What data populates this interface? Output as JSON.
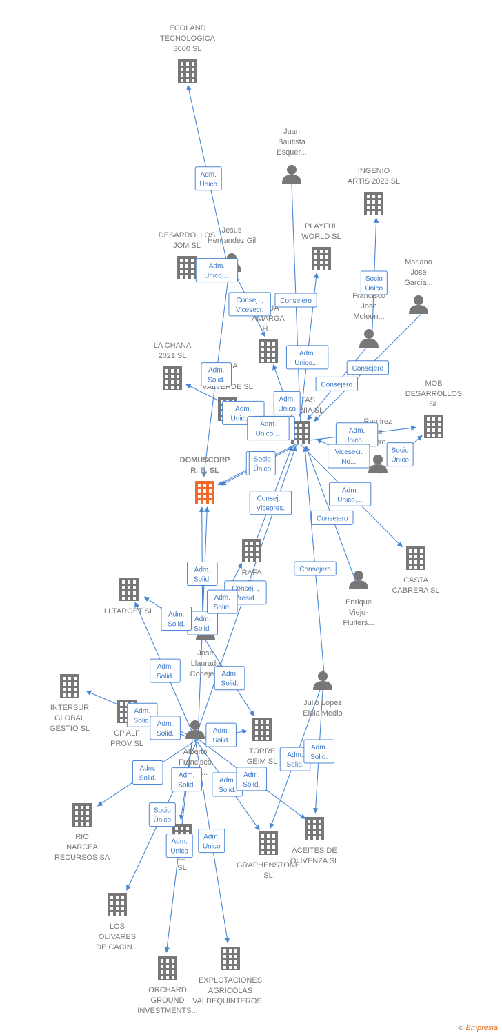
{
  "nodes": [
    {
      "id": "ecoland",
      "type": "company",
      "lines": [
        "ECOLAND",
        "TECNOLOGICA",
        "3000  SL"
      ]
    },
    {
      "id": "juan",
      "type": "person",
      "lines": [
        "Juan",
        "Bautista",
        "Esquer..."
      ]
    },
    {
      "id": "ingenio",
      "type": "company",
      "lines": [
        "INGENIO",
        "ARTIS 2023  SL"
      ]
    },
    {
      "id": "desarrollos_jom",
      "type": "company",
      "lines": [
        "DESARROLLOS",
        "JOM  SL"
      ]
    },
    {
      "id": "jesus",
      "type": "person",
      "lines": [
        "Jesus",
        "Hernandez Gil"
      ]
    },
    {
      "id": "playful",
      "type": "company",
      "lines": [
        "PLAYFUL",
        "WORLD  SL"
      ]
    },
    {
      "id": "mariano",
      "type": "person",
      "lines": [
        "Mariano",
        "Jose",
        "Garcia..."
      ]
    },
    {
      "id": "agua_amarga",
      "type": "company",
      "lines": [
        "AGUA",
        "AMARGA",
        "H..."
      ]
    },
    {
      "id": "francisco_moleon",
      "type": "person",
      "lines": [
        "Francisco",
        "Jose",
        "Moleon..."
      ]
    },
    {
      "id": "la_chana",
      "type": "company",
      "lines": [
        "LA CHANA",
        "2021  SL"
      ]
    },
    {
      "id": "tera_valverde",
      "type": "company",
      "lines": [
        "TERA",
        "DE",
        "VALVERDE  SL"
      ]
    },
    {
      "id": "mob",
      "type": "company",
      "lines": [
        "MOB",
        "DESARROLLOS",
        "SL"
      ]
    },
    {
      "id": "civitas",
      "type": "company",
      "lines": [
        "CIVITAS",
        "HISPANIA  SL"
      ]
    },
    {
      "id": "ramirez",
      "type": "person",
      "lines": [
        "Ramirez",
        "De",
        "Castro..."
      ]
    },
    {
      "id": "domuscorp",
      "type": "company",
      "main": true,
      "lines": [
        "DOMUSCORP",
        "R. E.  SL"
      ]
    },
    {
      "id": "casta",
      "type": "company",
      "lines": [
        "CASTA",
        "CABRERA  SL"
      ]
    },
    {
      "id": "rafa",
      "type": "company",
      "lines": [
        "RAFA",
        "SL"
      ]
    },
    {
      "id": "enrique",
      "type": "person",
      "lines": [
        "Enrique",
        "Viejo-",
        "Fluiters..."
      ]
    },
    {
      "id": "li_target",
      "type": "company",
      "lines": [
        "LI TARGET  SL"
      ]
    },
    {
      "id": "jose_llaurado",
      "type": "person",
      "lines": [
        "Jose",
        "Llaurado",
        "Conejero"
      ]
    },
    {
      "id": "julio",
      "type": "person",
      "lines": [
        "Julio Lopez",
        "Elola Medio"
      ]
    },
    {
      "id": "intersur",
      "type": "company",
      "lines": [
        "INTERSUR",
        "GLOBAL",
        "GESTIO SL"
      ]
    },
    {
      "id": "cp_alf",
      "type": "company",
      "lines": [
        "CP ALF",
        "PROV  SL"
      ]
    },
    {
      "id": "torre_geim",
      "type": "company",
      "lines": [
        "TORRE",
        "GEIM  SL"
      ]
    },
    {
      "id": "alberto",
      "type": "person",
      "lines": [
        "Alberto",
        "Francisco",
        "Ayala..."
      ]
    },
    {
      "id": "rio_narcea",
      "type": "company",
      "lines": [
        "RIO",
        "NARCEA",
        "RECURSOS SA"
      ]
    },
    {
      "id": "aceites",
      "type": "company",
      "lines": [
        "ACEITES DE",
        "OLIVENZA  SL"
      ]
    },
    {
      "id": "graphenstone",
      "type": "company",
      "lines": [
        "GRAPHENSTONE",
        "SL"
      ]
    },
    {
      "id": "bottom_mid",
      "type": "company",
      "lines": [
        "...",
        "SL"
      ]
    },
    {
      "id": "los_olivares",
      "type": "company",
      "lines": [
        "LOS",
        "OLIVARES",
        "DE CACIN..."
      ]
    },
    {
      "id": "orchard",
      "type": "company",
      "lines": [
        "ORCHARD",
        "GROUND",
        "INVESTMENTS..."
      ]
    },
    {
      "id": "explotaciones",
      "type": "company",
      "lines": [
        "EXPLOTACIONES",
        "AGRICOLAS",
        "VALDEQUINTEROS..."
      ]
    }
  ],
  "edges": [
    {
      "from": "jesus",
      "to": "ecoland",
      "labels": [
        "Adm.",
        "Unico"
      ]
    },
    {
      "from": "juan",
      "to": "civitas",
      "labels": [
        "Consejero"
      ]
    },
    {
      "from": "francisco_moleon",
      "to": "ingenio",
      "labels": [
        "Socio",
        "Único"
      ]
    },
    {
      "from": "civitas",
      "to": "playful",
      "labels": [
        "Adm.",
        "Unico,..."
      ]
    },
    {
      "from": "civitas",
      "to": "agua_amarga",
      "labels": [
        "Adm.",
        "Unico"
      ]
    },
    {
      "from": "mariano",
      "to": "civitas",
      "labels": [
        "Consejero"
      ]
    },
    {
      "from": "francisco_moleon",
      "to": "civitas",
      "labels": [
        "Consejero"
      ]
    },
    {
      "from": "jesus",
      "to": "desarrollos_jom",
      "labels": [
        "Adm.",
        "Unico,..."
      ]
    },
    {
      "from": "jesus",
      "to": "agua_amarga",
      "labels": [
        "Consej. ,",
        "Vicesecr."
      ]
    },
    {
      "from": "jesus",
      "to": "domuscorp",
      "labels": [
        "Adm.",
        "Solid."
      ]
    },
    {
      "from": "civitas",
      "to": "la_chana",
      "labels": [
        "Adm.",
        "Unico,..."
      ]
    },
    {
      "from": "civitas",
      "to": "tera_valverde",
      "labels": [
        "Adm.",
        "Unico,..."
      ]
    },
    {
      "from": "civitas",
      "to": "tera_valverde",
      "labels": [
        "Adm.",
        "Unico,..."
      ]
    },
    {
      "from": "civitas",
      "to": "domuscorp",
      "labels": [
        "Socio",
        "Único"
      ]
    },
    {
      "from": "civitas",
      "to": "domuscorp",
      "labels": [
        "Socio",
        "Único"
      ]
    },
    {
      "from": "civitas",
      "to": "mob",
      "labels": [
        "Adm.",
        "Unico,..."
      ]
    },
    {
      "from": "ramirez",
      "to": "mob",
      "labels": [
        "Socio",
        "Único"
      ]
    },
    {
      "from": "ramirez",
      "to": "civitas",
      "labels": [
        "Vicesecr.",
        "No..."
      ]
    },
    {
      "from": "civitas",
      "to": "casta",
      "labels": [
        "Adm.",
        "Unico,..."
      ]
    },
    {
      "from": "enrique",
      "to": "civitas",
      "labels": [
        "Consejero"
      ]
    },
    {
      "from": "julio",
      "to": "civitas",
      "labels": [
        "Consejero"
      ]
    },
    {
      "from": "rafa",
      "to": "civitas",
      "labels": [
        "Consej. ,",
        "Vicepres."
      ]
    },
    {
      "from": "alberto",
      "to": "civitas",
      "labels": [
        "Consej. ,",
        "Presid."
      ]
    },
    {
      "from": "alberto",
      "to": "domuscorp",
      "labels": [
        "Adm.",
        "Solid."
      ]
    },
    {
      "from": "jose_llaurado",
      "to": "domuscorp",
      "labels": [
        "Adm.",
        "Solid."
      ]
    },
    {
      "from": "alberto",
      "to": "li_target",
      "labels": [
        "Adm.",
        "Solid."
      ]
    },
    {
      "from": "jose_llaurado",
      "to": "li_target",
      "labels": [
        "Adm.",
        "Solid."
      ]
    },
    {
      "from": "jose_llaurado",
      "to": "rafa",
      "labels": [
        "Adm.",
        "Solid."
      ]
    },
    {
      "from": "jose_llaurado",
      "to": "torre_geim",
      "labels": [
        "Adm.",
        "Solid."
      ]
    },
    {
      "from": "alberto",
      "to": "intersur",
      "labels": [
        "Adm.",
        "Solid."
      ]
    },
    {
      "from": "alberto",
      "to": "cp_alf",
      "labels": [
        "Adm.",
        "Solid."
      ]
    },
    {
      "from": "alberto",
      "to": "torre_geim",
      "labels": [
        "Adm.",
        "Solid."
      ]
    },
    {
      "from": "alberto",
      "to": "rio_narcea",
      "labels": [
        "Adm.",
        "Solid."
      ]
    },
    {
      "from": "alberto",
      "to": "bottom_mid",
      "labels": [
        "Adm.",
        "Solid."
      ]
    },
    {
      "from": "alberto",
      "to": "graphenstone",
      "labels": [
        "Adm.",
        "Solid."
      ]
    },
    {
      "from": "alberto",
      "to": "aceites",
      "labels": [
        "Adm.",
        "Solid."
      ]
    },
    {
      "from": "julio",
      "to": "graphenstone",
      "labels": [
        "Adm.",
        "Solid."
      ]
    },
    {
      "from": "julio",
      "to": "aceites",
      "labels": [
        "Adm.",
        "Solid."
      ]
    },
    {
      "from": "alberto",
      "to": "los_olivares",
      "labels": [
        "Socio",
        "Único"
      ]
    },
    {
      "from": "alberto",
      "to": "orchard",
      "labels": [
        "Adm.",
        "Unico"
      ]
    },
    {
      "from": "alberto",
      "to": "explotaciones",
      "labels": [
        "Adm.",
        "Unico"
      ]
    }
  ],
  "colors": {
    "edge": "#4a86d6",
    "node": "#777777",
    "main_node": "#f06a2a",
    "label": "#777777"
  },
  "footer": {
    "copyright": "©",
    "brand": "Empresia"
  }
}
